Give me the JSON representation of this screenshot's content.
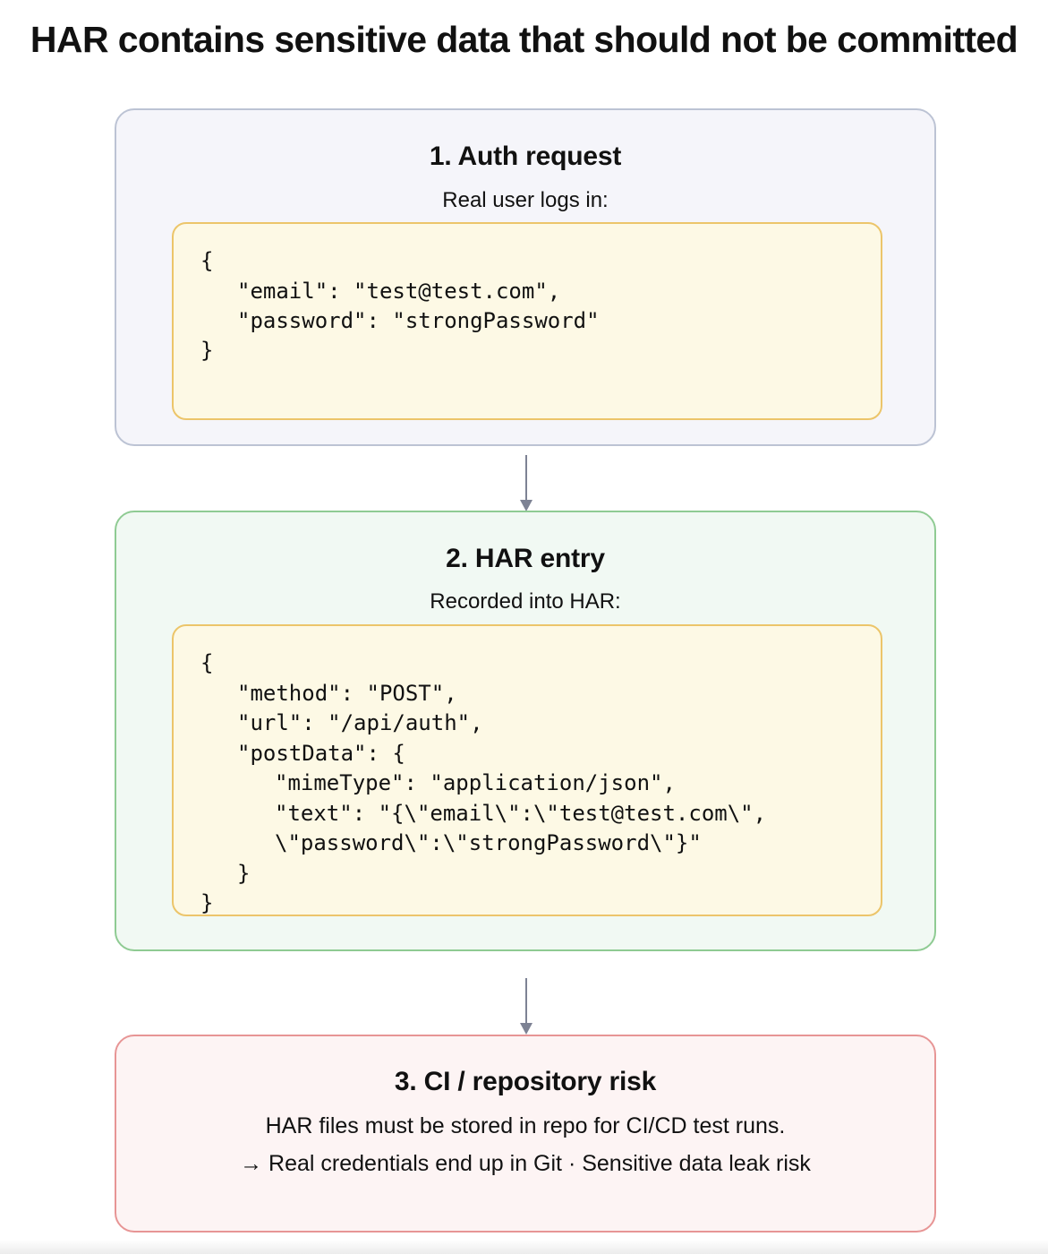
{
  "title": "HAR contains sensitive data that should not be committed",
  "steps": [
    {
      "title": "1. Auth request",
      "subtitle": "Real user logs in:",
      "code": [
        "{",
        "\"email\": \"test@test.com\",",
        "\"password\": \"strongPassword\"",
        "}"
      ]
    },
    {
      "title": "2. HAR entry",
      "subtitle": "Recorded into HAR:",
      "code": [
        "{",
        "\"method\": \"POST\",",
        "\"url\": \"/api/auth\",",
        "\"postData\": {",
        "\"mimeType\": \"application/json\",",
        "\"text\": \"{\\\"email\\\":\\\"test@test.com\\\",",
        "\\\"password\\\":\\\"strongPassword\\\"}\"",
        "}",
        "}"
      ]
    },
    {
      "title": "3. CI / repository risk",
      "lines": [
        "HAR files must be stored in repo for CI/CD test runs.",
        "→ Real credentials end up in Git · Sensitive data leak risk"
      ]
    }
  ],
  "colors": {
    "auth_box_bg": "#f5f5fa",
    "har_box_bg": "#f1f9f3",
    "risk_box_bg": "#fdf4f4",
    "code_bg": "#fdf9e5",
    "arrow": "#7d8294"
  }
}
